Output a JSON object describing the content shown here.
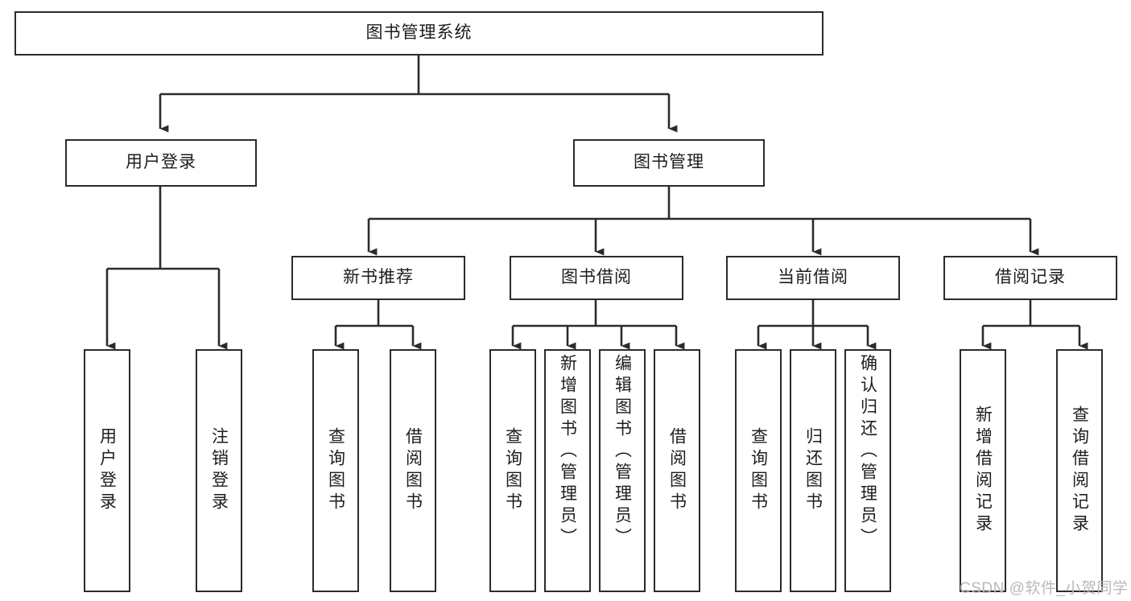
{
  "diagram": {
    "title": "图书管理系统",
    "type": "tree-hierarchy-diagram",
    "watermark": "CSDN @软件_小贺同学",
    "colors": {
      "stroke": "#2b2b2b",
      "fill": "#ffffff",
      "text": "#1d1d1d",
      "watermark": "#b9b9b9"
    },
    "nodes": {
      "root": "图书管理系统",
      "level2": {
        "user_login": "用户登录",
        "book_manage": "图书管理"
      },
      "level3": {
        "new_book_rec": "新书推荐",
        "book_borrow": "图书借阅",
        "current_borrow": "当前借阅",
        "borrow_record": "借阅记录"
      },
      "leaves": {
        "user_login_1": "用户登录",
        "user_login_2": "注销登录",
        "new_book_rec_1": "查询图书",
        "new_book_rec_2": "借阅图书",
        "book_borrow_1": "查询图书",
        "book_borrow_2": "新增图书（管理员）",
        "book_borrow_3": "编辑图书（管理员）",
        "book_borrow_4": "借阅图书",
        "current_borrow_1": "查询图书",
        "current_borrow_2": "归还图书",
        "current_borrow_3": "确认归还（管理员）",
        "borrow_record_1": "新增借阅记录",
        "borrow_record_2": "查询借阅记录"
      }
    }
  }
}
